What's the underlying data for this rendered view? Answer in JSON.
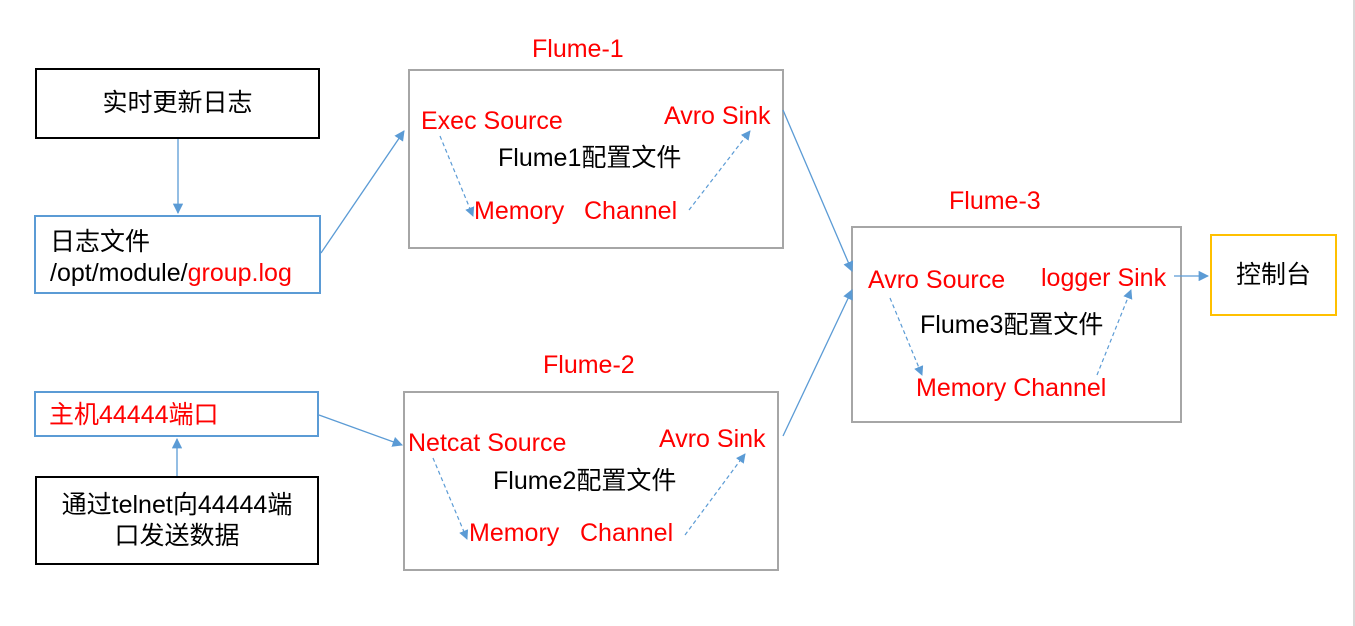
{
  "flume1": {
    "title": "Flume-1",
    "source": "Exec Source",
    "config": "Flume1配置文件",
    "memory": "Memory",
    "channel": "Channel",
    "sink": "Avro Sink"
  },
  "flume2": {
    "title": "Flume-2",
    "source": "Netcat Source",
    "config": "Flume2配置文件",
    "memory": "Memory",
    "channel": "Channel",
    "sink": "Avro Sink"
  },
  "flume3": {
    "title": "Flume-3",
    "source": "Avro Source",
    "config": "Flume3配置文件",
    "channel": "Memory Channel",
    "sink": "logger Sink"
  },
  "inputs": {
    "realtime_log": "实时更新日志",
    "logfile_title": "日志文件",
    "logfile_path_prefix": "/opt/module/",
    "logfile_name": "group.log",
    "host_port": "主机44444端口",
    "telnet_line1": "通过telnet向44444端",
    "telnet_line2": "口发送数据"
  },
  "output": {
    "console": "控制台"
  },
  "colors": {
    "highlight": "#ff0000",
    "arrow": "#5b9bd5",
    "box_border_blue": "#5b9bd5",
    "box_border_gray": "#a6a6a6",
    "box_border_gold": "#ffc000"
  }
}
